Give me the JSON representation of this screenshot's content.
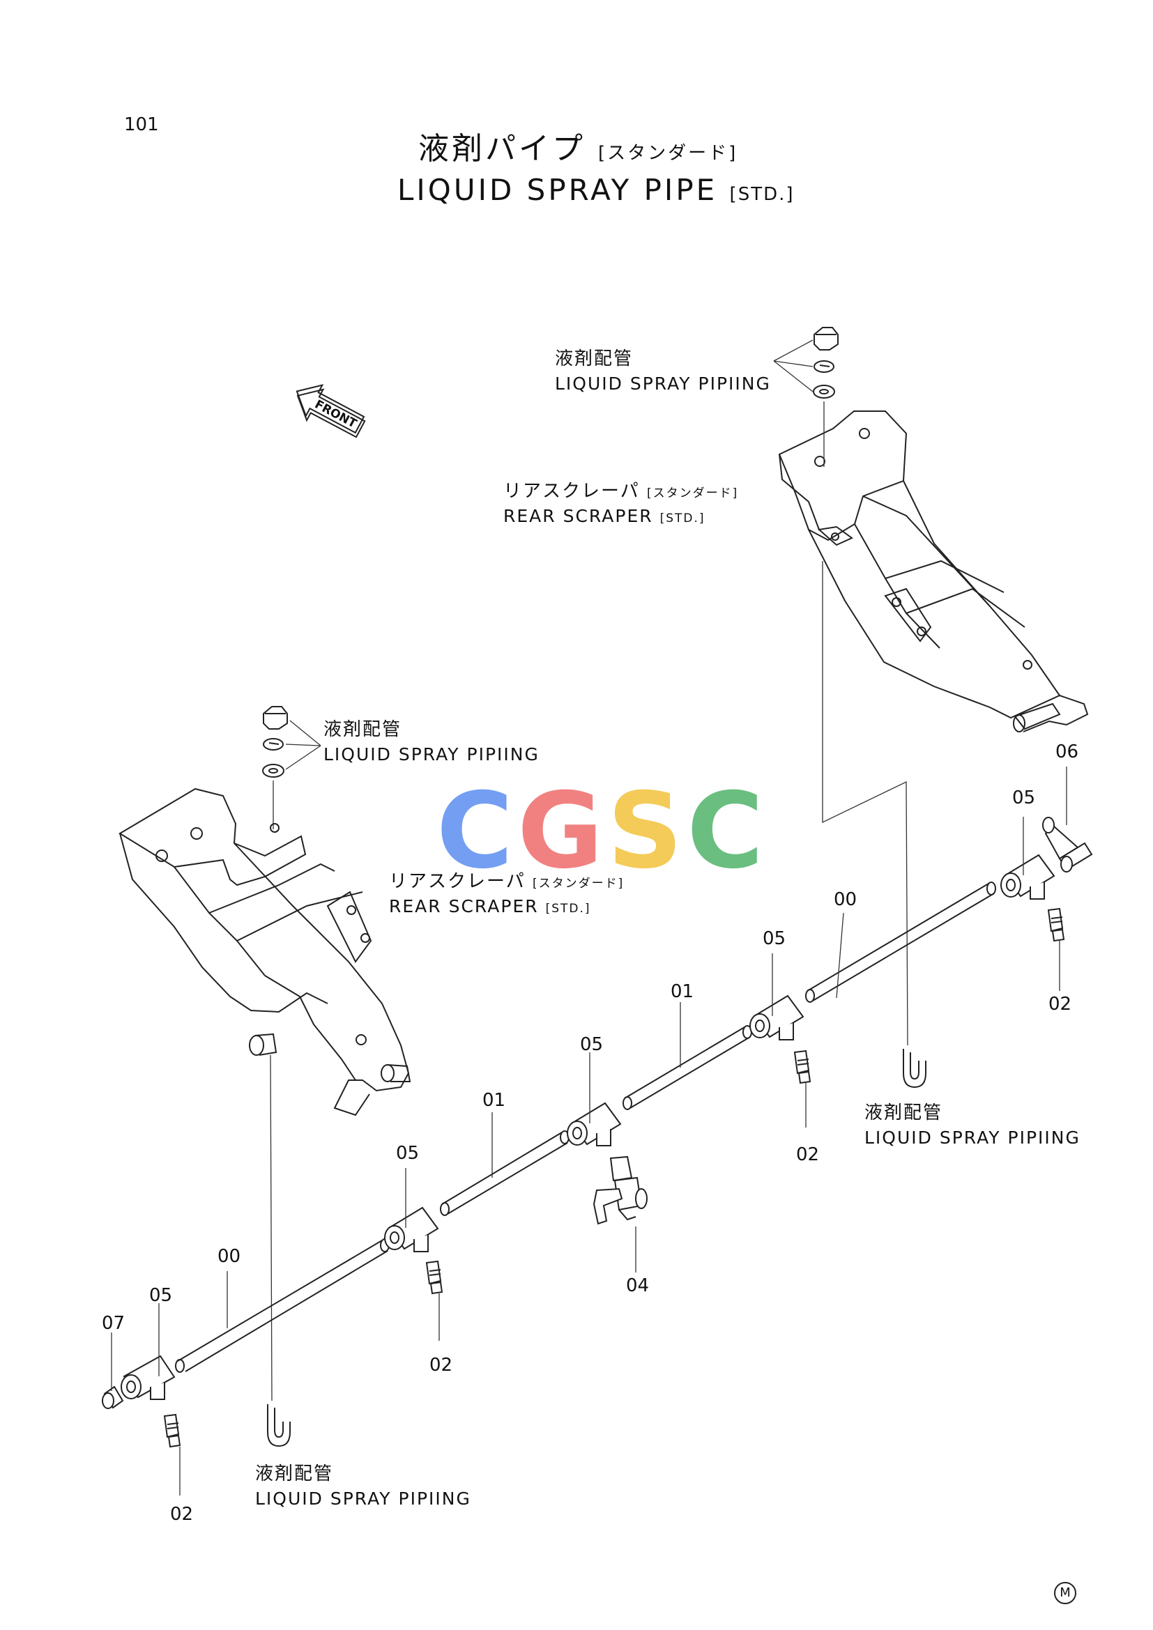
{
  "page": {
    "number": "101",
    "mark": "M"
  },
  "title": {
    "ja": "液剤パイプ",
    "ja_sub": "[スタンダード]",
    "en": "LIQUID SPRAY PIPE",
    "en_sub": "[STD.]"
  },
  "front_arrow": "FRONT",
  "watermark": {
    "letters": [
      "C",
      "G",
      "S",
      "C"
    ],
    "colors": [
      "#5b8ef0",
      "#ef6c6c",
      "#f3c23c",
      "#4fb36b"
    ]
  },
  "labels": {
    "piping_top_ja": "液剤配管",
    "piping_top_en": "LIQUID SPRAY PIPIING",
    "scraper_right_ja": "リアスクレーパ",
    "scraper_right_ja_sub": "[スタンダード]",
    "scraper_right_en": "REAR SCRAPER",
    "scraper_right_en_sub": "[STD.]",
    "piping_left_ja": "液剤配管",
    "piping_left_en": "LIQUID SPRAY PIPIING",
    "scraper_left_ja": "リアスクレーパ",
    "scraper_left_ja_sub": "[スタンダード]",
    "scraper_left_en": "REAR SCRAPER",
    "scraper_left_en_sub": "[STD.]",
    "piping_mid_ja": "液剤配管",
    "piping_mid_en": "LIQUID SPRAY PIPIING",
    "piping_bottom_ja": "液剤配管",
    "piping_bottom_en": "LIQUID SPRAY PIPIING"
  },
  "parts": {
    "p06": "06",
    "p05a": "05",
    "p00a": "00",
    "p02a": "02",
    "p05b": "05",
    "p01a": "01",
    "p05c": "05",
    "p02b": "02",
    "p01b": "01",
    "p05d": "05",
    "p04": "04",
    "p00b": "00",
    "p05e": "05",
    "p02c": "02",
    "p07": "07",
    "p02d": "02"
  }
}
